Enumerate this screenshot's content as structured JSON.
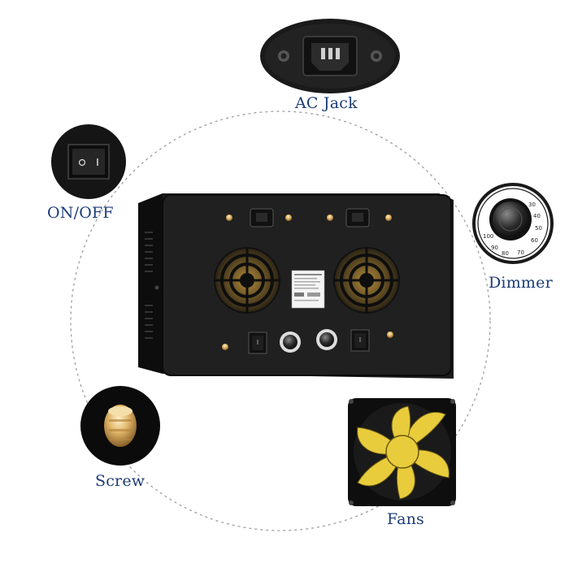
{
  "labels": {
    "ac_jack": "AC Jack",
    "on_off": "ON/OFF",
    "dimmer": "Dimmer",
    "screw": "Screw",
    "fans": "Fans"
  },
  "dimmer_dial": {
    "scale": [
      "100",
      "90",
      "80",
      "70",
      "60",
      "50",
      "40",
      "30"
    ]
  },
  "colors": {
    "label_text": "#1c3c77",
    "panel_body": "#1a1a1a",
    "fan_blade": "#e8cc3c",
    "screw_brass": "#d6a85a",
    "dashed_circle": "#9aa0a6"
  }
}
